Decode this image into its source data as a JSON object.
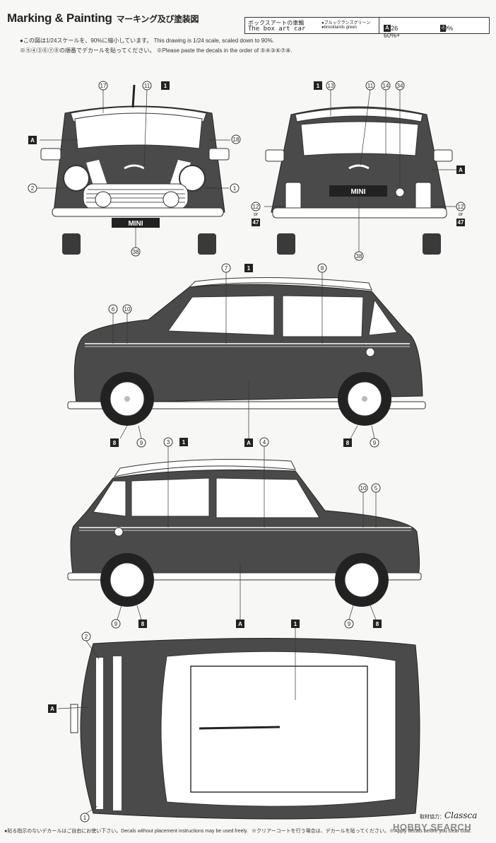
{
  "header": {
    "title": "Marking & Painting",
    "title_jp": "マーキング及び塗装図",
    "note1": "●この図は1/24スケールを、90%に縮小しています。 This drawing is 1/24 scale, scaled down to 90%.",
    "note2": "※⑤④③⑥⑦⑧の順番でデカールを貼ってください。 ※Please paste the decals in the order of ⑤④③⑥⑦⑧."
  },
  "box_art": {
    "label_jp": "ボックスアートの車輌",
    "label_en": "The box art car",
    "color_jp": "●ブルックランズグリーン",
    "color_en": "●brooklands green"
  },
  "mix": {
    "a_code": "A",
    "a_recipe": "=326 60%+",
    "six": "6",
    "six_recipe": "40%"
  },
  "callouts": {
    "c1": "1",
    "c2": "2",
    "c3": "3",
    "c4": "4",
    "c5": "5",
    "c6": "6",
    "c7": "7",
    "c8": "8",
    "c9": "9",
    "c10": "10",
    "c11": "11",
    "c12": "12",
    "c13": "13",
    "c14": "14",
    "c17": "17",
    "c18": "18",
    "c34": "34",
    "c38": "38",
    "or": "or",
    "c47": "47",
    "A": "A"
  },
  "plates": {
    "front": "MINI",
    "rear": "MINI"
  },
  "footer": {
    "left": "●貼る指示のないデカールはご自由にお使い下さい。Decals without placement instructions may be used freely.",
    "right": "※クリアーコートを行う場合は、デカールを貼ってください。※Apply decals before you clear coat.",
    "credit_jp": "取材協力：",
    "credit_name": "Classca",
    "watermark": "HOBBY SEARCH"
  },
  "colors": {
    "ink": "#2a2a2a",
    "body": "#4a4a4a",
    "roof": "#ffffff",
    "paper": "#f7f7f5"
  }
}
